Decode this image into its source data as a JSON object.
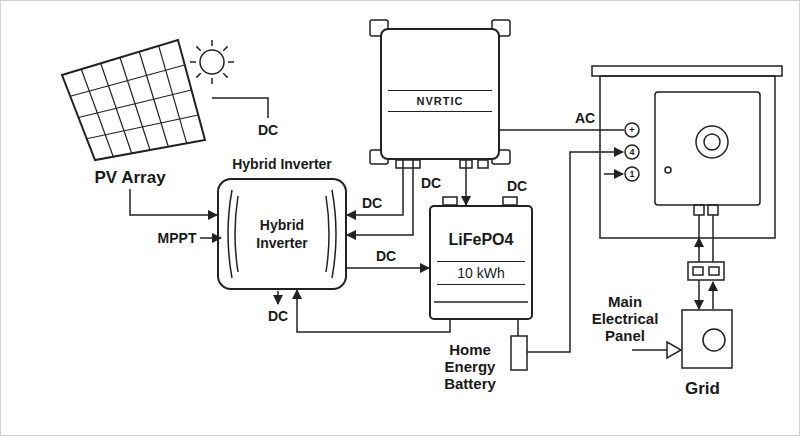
{
  "diagram": {
    "nodes": [
      {
        "text": [
          "PV Array"
        ]
      },
      {
        "text": [
          "Hybrid Inverter",
          "Hybrid Inverter"
        ]
      },
      {
        "text": [
          "NVRTIC"
        ]
      },
      {
        "text": [
          "LiFePO4",
          "10 kWh"
        ]
      },
      {
        "text": [
          "Grid"
        ]
      }
    ],
    "edges": [
      {
        "from": 0,
        "to": 1,
        "arrow": "to"
      },
      {
        "from": 2,
        "to": 1,
        "label": "DC",
        "arrow": "to"
      },
      {
        "from": 2,
        "to": 1,
        "arrow": "to"
      },
      {
        "from": 1,
        "to": 3,
        "label": "DC",
        "arrow": "to"
      },
      {
        "from": 3,
        "to": 1,
        "arrow": "to"
      },
      {
        "from": 2,
        "to": 3,
        "arrow": "to"
      }
    ],
    "labels": [
      "DC",
      "MPPT",
      "DC",
      "DC",
      "DC",
      "AC",
      "+",
      "4",
      "1",
      "Home Energy Battery",
      "Main Electrical Panel"
    ]
  }
}
